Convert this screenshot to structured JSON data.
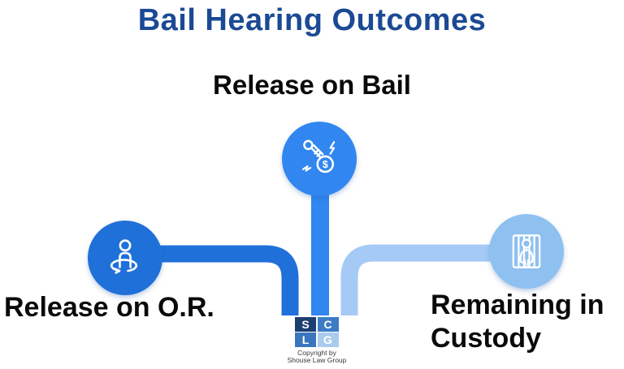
{
  "title": {
    "text": "Bail Hearing Outcomes",
    "color": "#1b4a94"
  },
  "branches": [
    {
      "id": "release-on-bail",
      "label": "Release on Bail",
      "icon": "key-dollar-icon",
      "circle_color": "#3187ef",
      "connector_color": "#3187ef"
    },
    {
      "id": "release-on-or",
      "label": "Release on O.R.",
      "icon": "person-360-icon",
      "circle_color": "#1f70d8",
      "connector_color": "#1f70d8"
    },
    {
      "id": "remaining-in-custody",
      "label": "Remaining in Custody",
      "icon": "jail-bars-icon",
      "circle_color": "#8ec0f0",
      "connector_color": "#a5caf6"
    }
  ],
  "label_color": "#0a0a0a",
  "logo": {
    "tiles": [
      {
        "letter": "S",
        "color": "#1d3f70"
      },
      {
        "letter": "C",
        "color": "#3d7cc5"
      },
      {
        "letter": "L",
        "color": "#3a76bd"
      },
      {
        "letter": "G",
        "color": "#aaccec"
      }
    ],
    "copyright_line1": "Copyright by",
    "copyright_line2": "Shouse Law Group"
  }
}
